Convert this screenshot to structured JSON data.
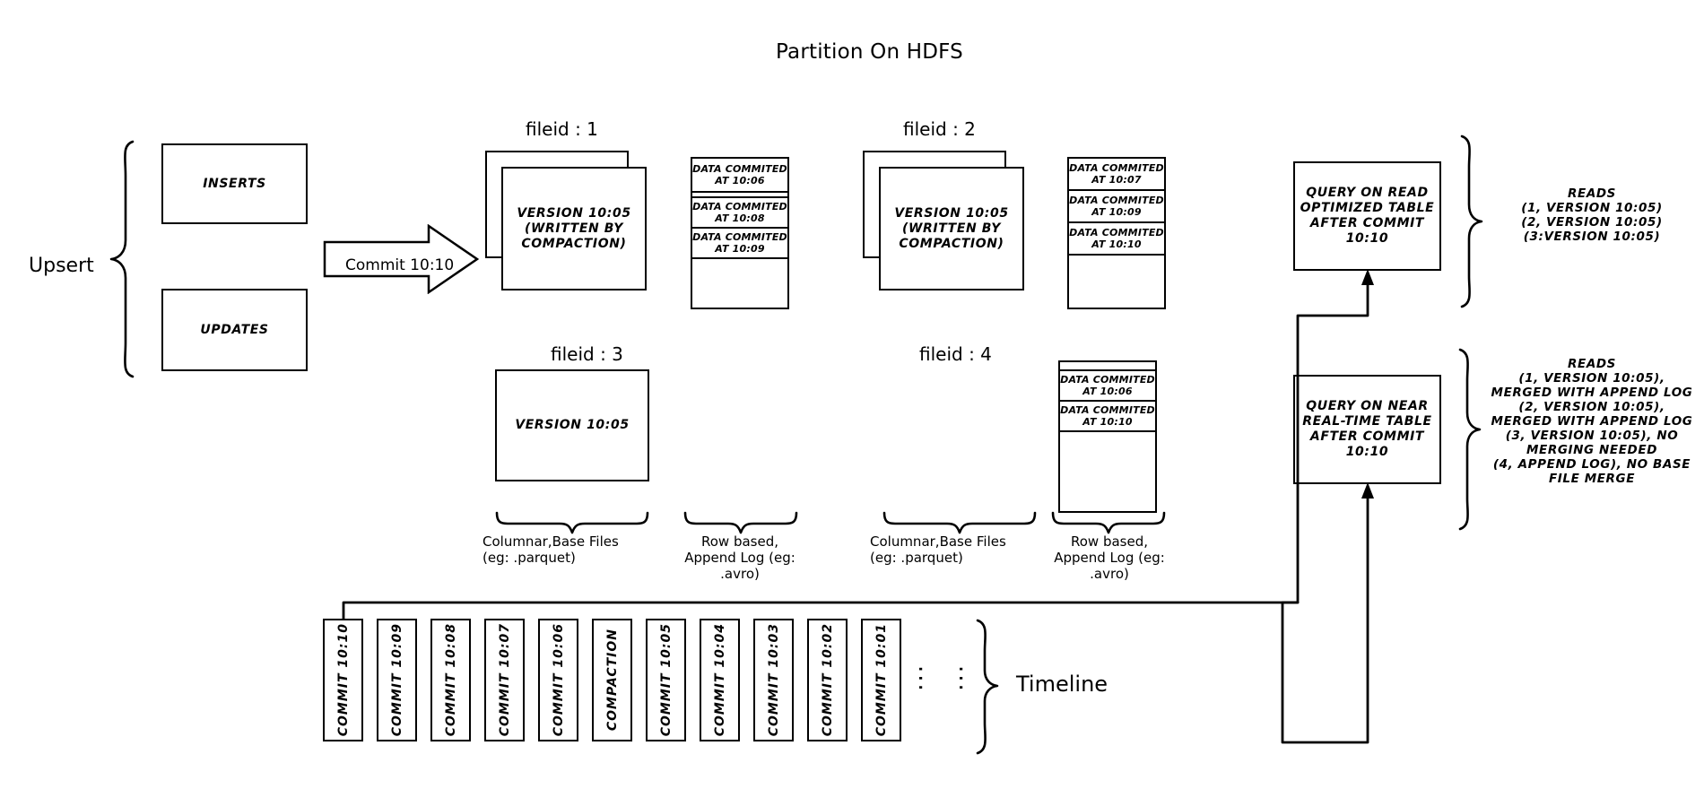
{
  "title": "Partition On HDFS",
  "left": {
    "upsert_label": "Upsert",
    "inserts_label": "INSERTS",
    "updates_label": "UPDATES",
    "commit_arrow_label": "Commit 10:10"
  },
  "filegroups": [
    {
      "fileid_label": "fileid : 1",
      "base_text": "VERSION 10:05\n(WRITTEN BY\nCOMPACTION)",
      "base_line1": "VERSION 10:05",
      "base_line2": "(WRITTEN BY",
      "base_line3": "COMPACTION)",
      "stacked": true,
      "log_entries": [
        "DATA COMMITED\nAT 10:06",
        "DATA COMMITED\nAT 10:08",
        "DATA COMMITED\nAT 10:09"
      ]
    },
    {
      "fileid_label": "fileid : 2",
      "base_line1": "VERSION 10:05",
      "base_line2": "(WRITTEN BY",
      "base_line3": "COMPACTION)",
      "stacked": true,
      "log_entries": [
        "DATA COMMITED\nAT 10:07",
        "DATA COMMITED\nAT 10:09",
        "DATA COMMITED\nAT 10:10"
      ]
    },
    {
      "fileid_label": "fileid : 3",
      "base_line1": "VERSION 10:05",
      "base_line2": "",
      "base_line3": "",
      "stacked": false,
      "log_entries": []
    },
    {
      "fileid_label": "fileid : 4",
      "base_line1": "",
      "base_line2": "",
      "base_line3": "",
      "stacked": false,
      "log_entries": [
        "DATA COMMITED\nAT 10:06",
        "DATA COMMITED\nAT 10:10"
      ]
    }
  ],
  "log_cells": {
    "f1": [
      {
        "l1": "DATA COMMITED",
        "l2": "AT 10:06"
      },
      {
        "l1": "DATA COMMITED",
        "l2": "AT 10:08"
      },
      {
        "l1": "DATA COMMITED",
        "l2": "AT 10:09"
      }
    ],
    "f2": [
      {
        "l1": "DATA COMMITED",
        "l2": "AT 10:07"
      },
      {
        "l1": "DATA COMMITED",
        "l2": "AT 10:09"
      },
      {
        "l1": "DATA COMMITED",
        "l2": "AT 10:10"
      }
    ],
    "f4": [
      {
        "l1": "DATA COMMITED",
        "l2": "AT 10:06"
      },
      {
        "l1": "DATA COMMITED",
        "l2": "AT 10:10"
      }
    ]
  },
  "captions": {
    "columnar_left_l1": "Columnar,Base Files",
    "columnar_left_l2": "(eg: .parquet)",
    "rowlog_left_l1": "Row based,",
    "rowlog_left_l2": "Append Log  (eg:",
    "rowlog_left_l3": ".avro)",
    "columnar_right_l1": "Columnar,Base Files",
    "columnar_right_l2": "(eg: .parquet)",
    "rowlog_right_l1": "Row based,",
    "rowlog_right_l2": "Append Log  (eg:",
    "rowlog_right_l3": ".avro)"
  },
  "queries": {
    "read_optimized": {
      "l1": "QUERY ON READ",
      "l2": "OPTIMIZED TABLE",
      "l3": "AFTER COMMIT",
      "l4": "10:10"
    },
    "near_realtime": {
      "l1": "QUERY ON NEAR",
      "l2": "REAL-TIME TABLE",
      "l3": "AFTER COMMIT",
      "l4": "10:10"
    }
  },
  "reads": {
    "read_optimized": [
      "READS",
      "(1, VERSION 10:05)",
      "(2, VERSION 10:05)",
      "(3:VERSION 10:05)"
    ],
    "near_realtime": [
      "READS",
      "(1, VERSION 10:05),",
      "MERGED WITH APPEND LOG",
      "(2, VERSION 10:05),",
      "MERGED WITH APPEND LOG",
      "(3, VERSION 10:05), NO",
      "MERGING NEEDED",
      "(4, APPEND LOG), NO BASE",
      "FILE MERGE"
    ]
  },
  "timeline": {
    "label": "Timeline",
    "ellipsis": "...",
    "boxes": [
      "COMMIT  10:10",
      "COMMIT  10:09",
      "COMMIT  10:08",
      "COMMIT  10:07",
      "COMMIT  10:06",
      "COMPACTION",
      "COMMIT  10:05",
      "COMMIT  10:04",
      "COMMIT  10:03",
      "COMMIT  10:02",
      "COMMIT  10:01"
    ]
  },
  "colors": {
    "stroke": "#000000",
    "background": "#ffffff"
  }
}
